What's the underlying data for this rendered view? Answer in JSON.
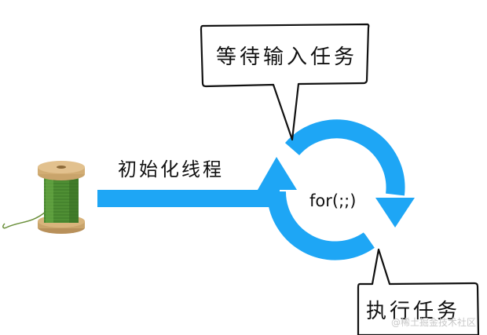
{
  "diagram": {
    "callout_wait": "等待输入任务",
    "callout_exec": "执行任务",
    "init_label": "初始化线程",
    "loop_label": "for(;;)",
    "watermark": "@稀土掘金技术社区",
    "colors": {
      "flow_blue": "#1ea6f5",
      "spool_wood": "#c9a46b",
      "thread_green": "#4f8f34",
      "outline": "#111111"
    }
  }
}
